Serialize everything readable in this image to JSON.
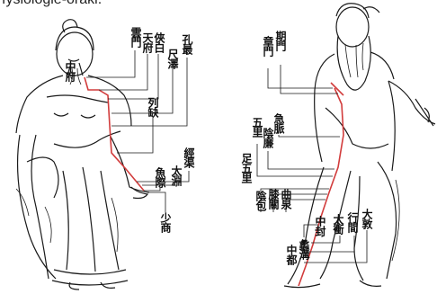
{
  "caption": "fysiologie-orakl.",
  "figure_left": {
    "labels": [
      "雲門",
      "中府",
      "天府",
      "俠白",
      "尺澤",
      "孔最",
      "列缺",
      "經渠",
      "太淵",
      "魚際",
      "少商"
    ]
  },
  "figure_right": {
    "labels": [
      "章門",
      "期門",
      "急脈",
      "陰廉",
      "五里",
      "足五里",
      "曲泉",
      "膝關",
      "陰包",
      "中封",
      "太衝",
      "行間",
      "大敦",
      "中都",
      "蠡溝"
    ]
  },
  "colors": {
    "meridian": "#d23c3c",
    "ink": "#1a1a1a"
  }
}
